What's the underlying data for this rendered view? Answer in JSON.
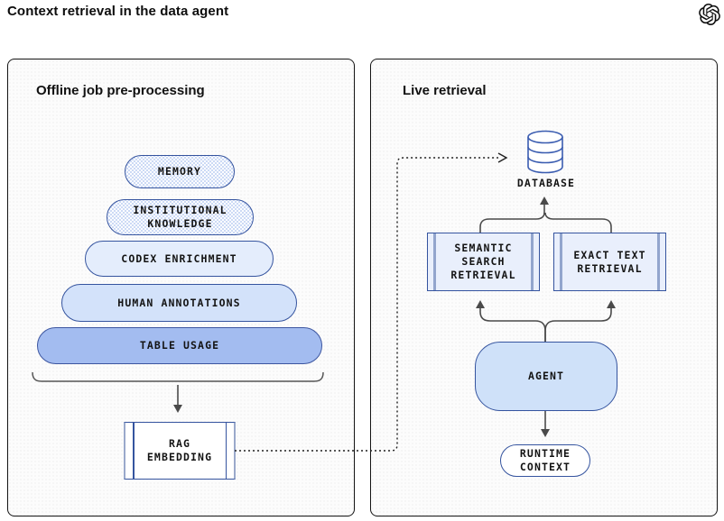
{
  "title": "Context retrieval in the data agent",
  "logo_icon": "openai-logo",
  "colors": {
    "shape_border": "#35549f",
    "halftone_dot": "#bccef2",
    "codex_fill": "#e4edfc",
    "human_fill": "#d3e2fa",
    "table_fill": "#a3bcf0",
    "agent_fill": "#cfe1f9",
    "retrieval_fill": "#e9effc",
    "side_bar": "#92a5cd",
    "connector": "#4a4a4a",
    "database_stroke": "#3a5cb0"
  },
  "offline": {
    "title": "Offline job pre-processing",
    "pyramid": [
      {
        "label": "MEMORY"
      },
      {
        "label": "INSTITUTIONAL\nKNOWLEDGE"
      },
      {
        "label": "CODEX ENRICHMENT"
      },
      {
        "label": "HUMAN ANNOTATIONS"
      },
      {
        "label": "TABLE USAGE"
      }
    ],
    "rag_embedding": {
      "label": "RAG\nEMBEDDING"
    }
  },
  "live": {
    "title": "Live retrieval",
    "database": {
      "label": "DATABASE",
      "icon": "database-cylinder-icon"
    },
    "semantic_search": {
      "label": "SEMANTIC\nSEARCH\nRETRIEVAL"
    },
    "exact_text": {
      "label": "EXACT TEXT\nRETRIEVAL"
    },
    "agent": {
      "label": "AGENT"
    },
    "runtime_context": {
      "label": "RUNTIME\nCONTEXT"
    }
  }
}
